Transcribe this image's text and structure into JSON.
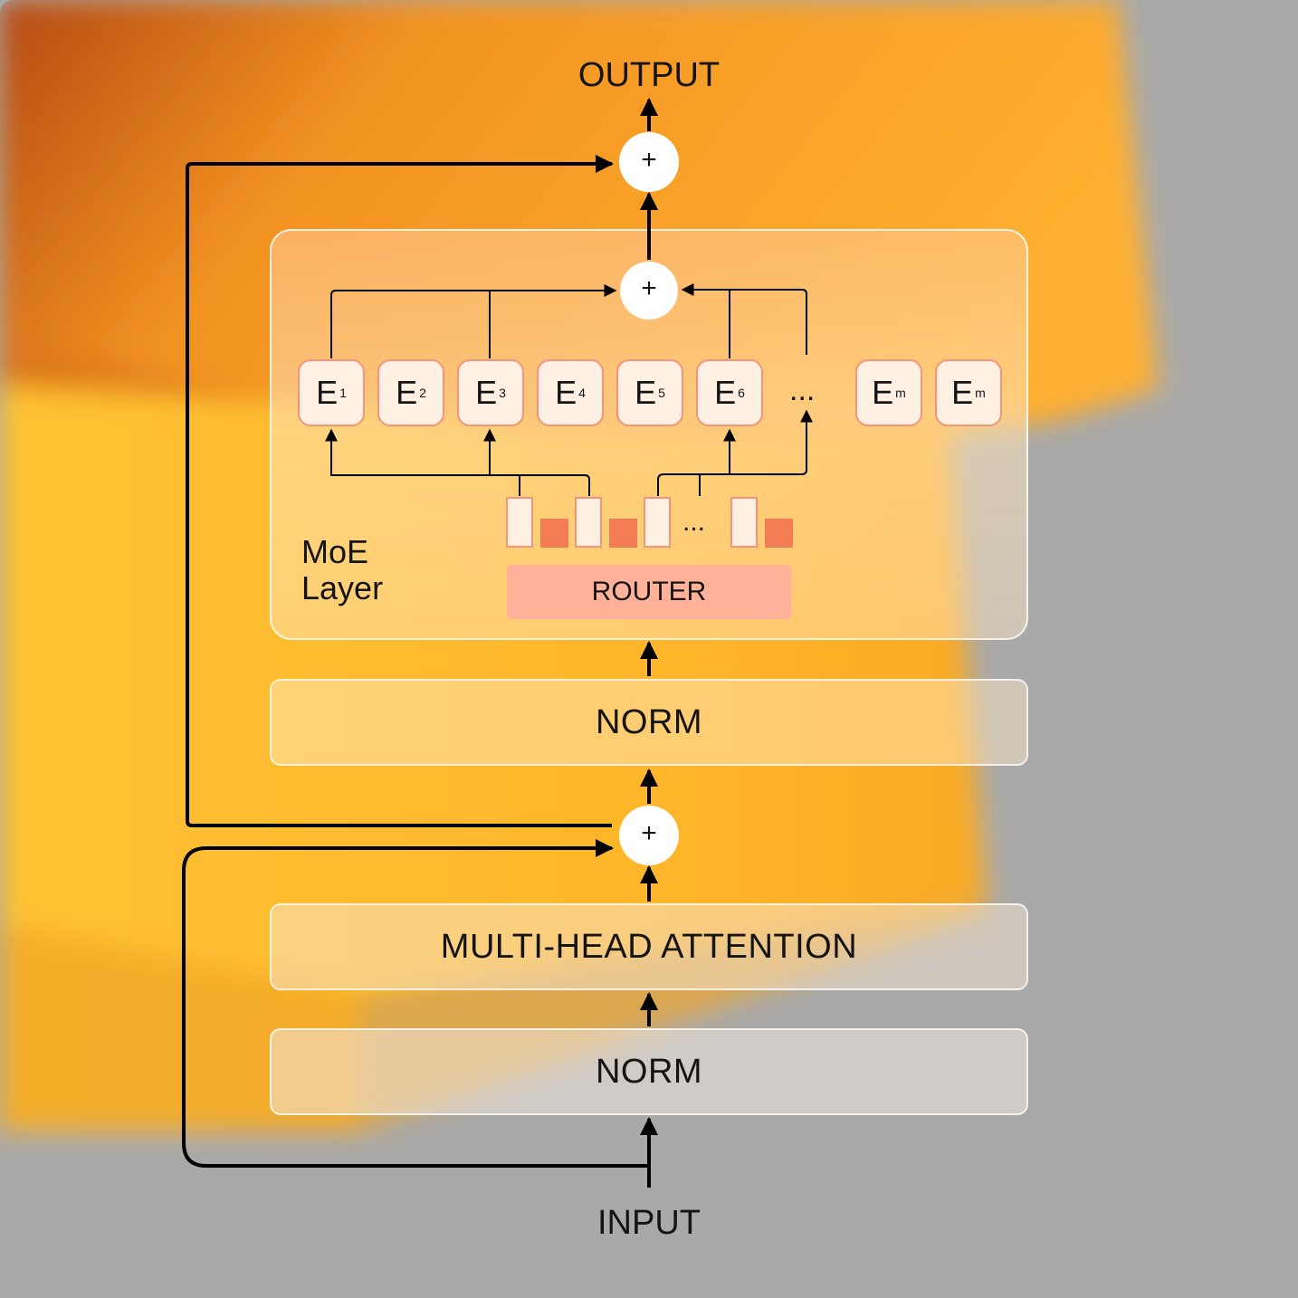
{
  "labels": {
    "output": "OUTPUT",
    "input": "INPUT",
    "norm_top": "NORM",
    "attention": "MULTI-HEAD ATTENTION",
    "norm_bottom": "NORM",
    "router": "ROUTER",
    "moe_line1": "MoE",
    "moe_line2": "Layer",
    "plus": "+",
    "experts_ellipsis": "...",
    "bars_ellipsis": "..."
  },
  "experts": [
    {
      "letter": "E",
      "sub": "1",
      "selected": true
    },
    {
      "letter": "E",
      "sub": "2",
      "selected": false
    },
    {
      "letter": "E",
      "sub": "3",
      "selected": true
    },
    {
      "letter": "E",
      "sub": "4",
      "selected": false
    },
    {
      "letter": "E",
      "sub": "5",
      "selected": false
    },
    {
      "letter": "E",
      "sub": "6",
      "selected": true
    },
    {
      "letter": "E",
      "sub": "m",
      "selected": false
    },
    {
      "letter": "E",
      "sub": "m",
      "selected": false
    }
  ],
  "colors": {
    "accent": "#f47c54",
    "expert_border": "#f3957a",
    "router_fill": "#ffb299",
    "line": "#000000"
  }
}
